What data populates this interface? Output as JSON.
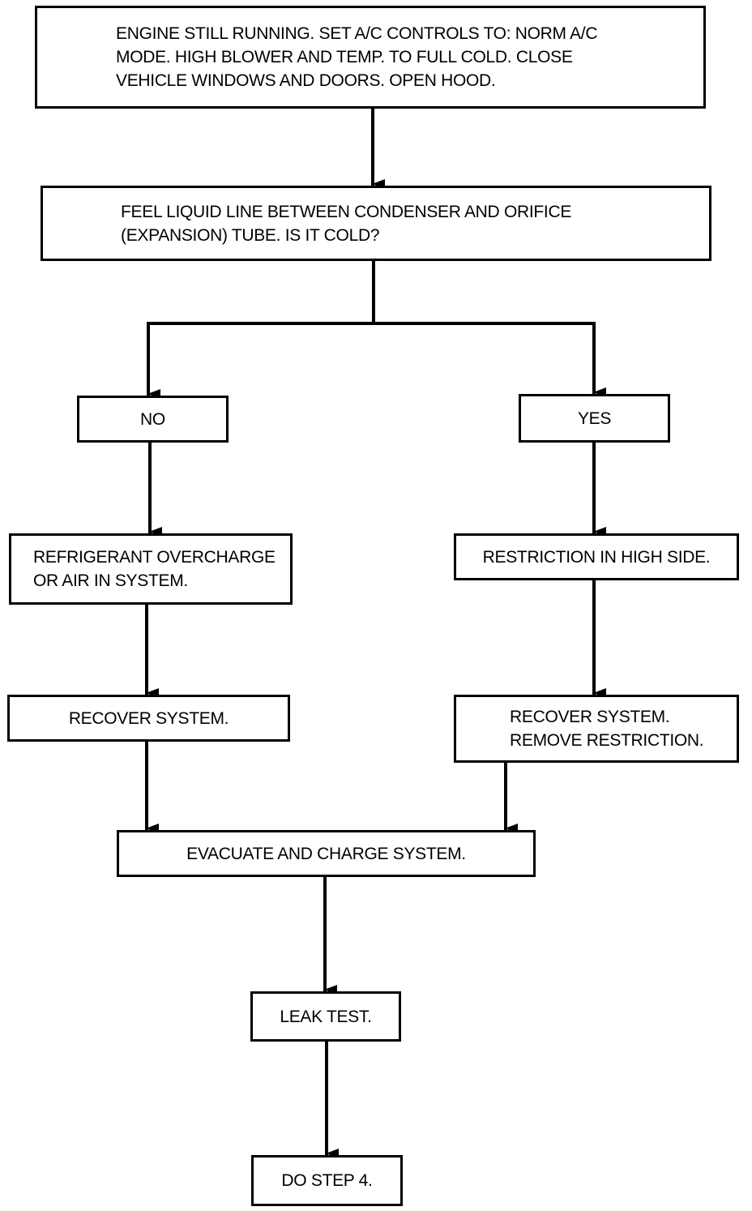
{
  "flowchart": {
    "start": {
      "lines": [
        "ENGINE STILL RUNNING. SET A/C CONTROLS TO: NORM A/C",
        "MODE. HIGH BLOWER AND TEMP. TO FULL COLD. CLOSE",
        "VEHICLE WINDOWS AND DOORS. OPEN HOOD."
      ]
    },
    "question": {
      "lines": [
        "FEEL LIQUID LINE BETWEEN CONDENSER AND ORIFICE",
        "(EXPANSION) TUBE. IS IT COLD?"
      ]
    },
    "no_label": "NO",
    "yes_label": "YES",
    "no_result": {
      "lines": [
        "REFRIGERANT OVERCHARGE",
        "OR AIR IN SYSTEM."
      ]
    },
    "yes_result": "RESTRICTION IN HIGH SIDE.",
    "no_action": "RECOVER SYSTEM.",
    "yes_action": {
      "lines": [
        "RECOVER SYSTEM.",
        "REMOVE RESTRICTION."
      ]
    },
    "evacuate": "EVACUATE AND CHARGE SYSTEM.",
    "leak_test": "LEAK TEST.",
    "final_step": "DO STEP 4."
  }
}
